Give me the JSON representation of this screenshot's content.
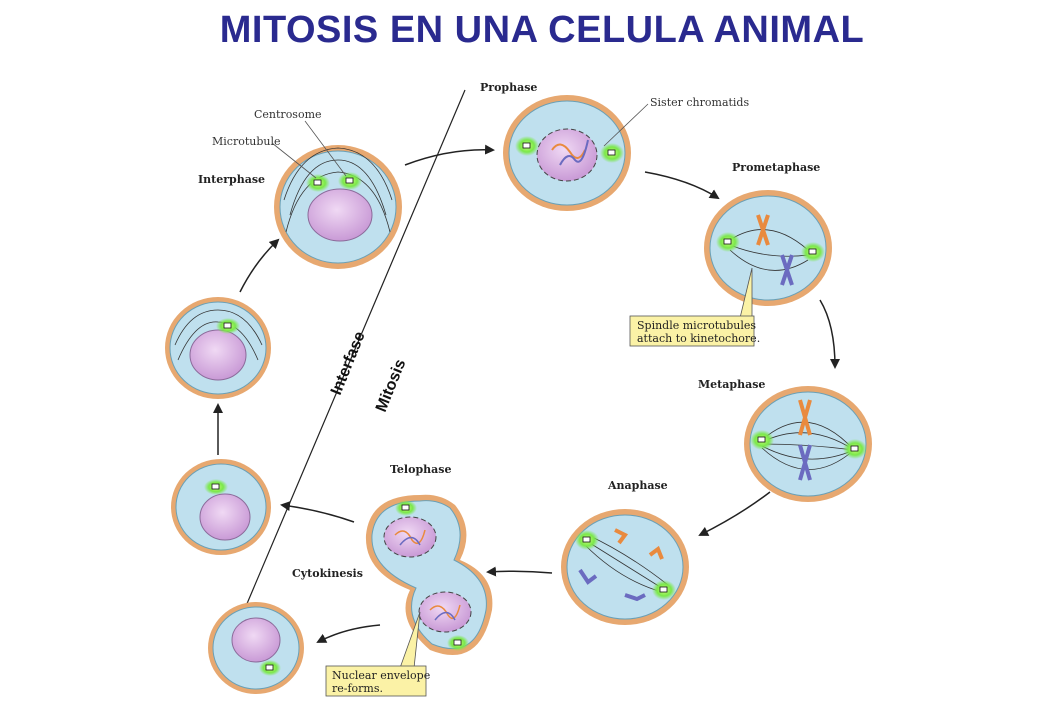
{
  "title": "MITOSIS EN UNA CELULA ANIMAL",
  "labels": {
    "interphase": "Interphase",
    "centrosome": "Centrosome",
    "microtubule": "Microtubule",
    "prophase": "Prophase",
    "sister_chromatids": "Sister chromatids",
    "prometaphase": "Prometaphase",
    "metaphase": "Metaphase",
    "anaphase": "Anaphase",
    "telophase": "Telophase",
    "cytokinesis": "Cytokinesis"
  },
  "callouts": {
    "spindle": [
      "Spindle microtubules",
      "attach to kinetochore."
    ],
    "nuclear": [
      "Nuclear envelope",
      "re-forms."
    ]
  },
  "divider": {
    "interfase": "Interfase",
    "mitosis": "Mitosis"
  },
  "colors": {
    "title": "#2a2a8f",
    "cytoplasm": "#bfe0ee",
    "membrane_outer": "#e7a870",
    "nucleus": "#dcb6e6",
    "centrosome_glow": "#7be84a",
    "chromosome_orange": "#e98a3e",
    "chromosome_purple": "#6b6bc0",
    "callout": "#fbf2a6"
  }
}
